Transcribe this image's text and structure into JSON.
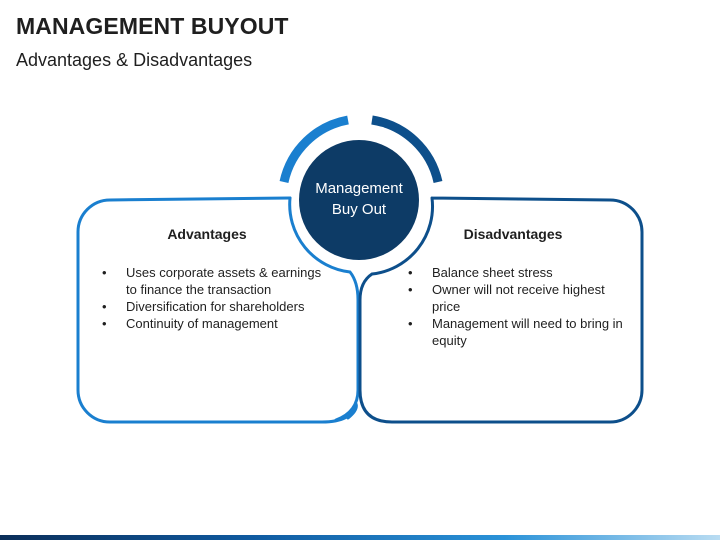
{
  "header": {
    "title": "MANAGEMENT BUYOUT",
    "subtitle": "Advantages & Disadvantages"
  },
  "center": {
    "label_line1": "Management",
    "label_line2": "Buy Out"
  },
  "advantages": {
    "title": "Advantages",
    "items": [
      "Uses corporate assets & earnings to finance the transaction",
      "Diversification for shareholders",
      "Continuity of management"
    ]
  },
  "disadvantages": {
    "title": "Disadvantages",
    "items": [
      "Balance sheet stress",
      "Owner will not receive highest price",
      "Management will need to bring in equity"
    ]
  },
  "colors": {
    "left_accent": "#1a7fcf",
    "right_accent": "#0d4f8b",
    "center_fill": "#0d3b66",
    "text": "#1f1f1f"
  }
}
